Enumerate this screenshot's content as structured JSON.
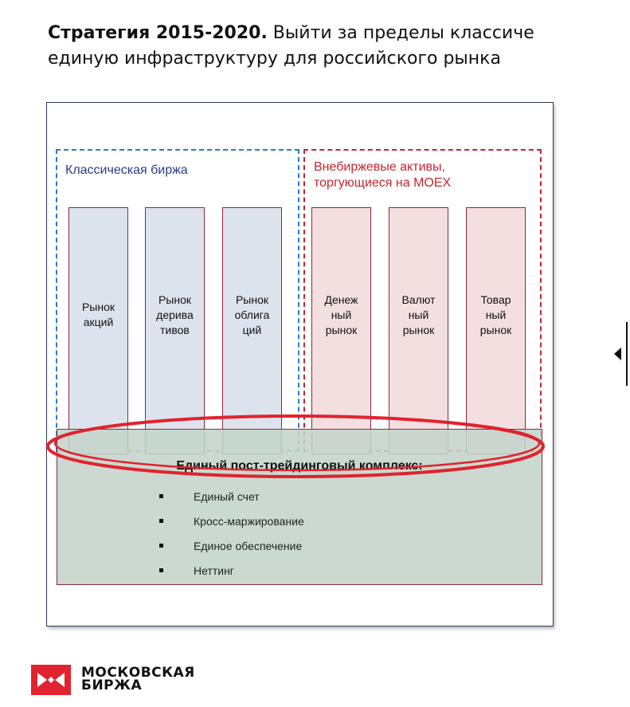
{
  "slide": {
    "title_bold": "Стратегия 2015-2020.",
    "title_rest": " Выйти за пределы классиче",
    "title_line2": "единую инфраструктуру для российского рынка"
  },
  "diagram": {
    "classic_label": "Классическая биржа",
    "otc_label_line1": "Внебиржевые активы,",
    "otc_label_line2": "торгующиеся на MOEX",
    "markets": [
      {
        "label": "Рынок\nакций",
        "group": "classic"
      },
      {
        "label": "Рынок\nдерива\nтивов",
        "group": "classic"
      },
      {
        "label": "Рынок\nоблига\nций",
        "group": "classic"
      },
      {
        "label": "Денеж\nный\nрынок",
        "group": "otc"
      },
      {
        "label": "Валют\nный\nрынок",
        "group": "otc"
      },
      {
        "label": "Товар\nный\nрынок",
        "group": "otc"
      }
    ],
    "post_trade_title": "Единый пост-трейдинговый комплекс:",
    "post_trade_items": [
      "Единый счет",
      "Кросс-маржирование",
      "Единое обеспечение",
      "Неттинг"
    ],
    "colors": {
      "classic_border": "#2c7bc8",
      "otc_border": "#c4262f",
      "ellipse": "#e0232e",
      "classic_fill": "#dde3ec",
      "otc_fill": "#f4dfe0",
      "post_fill": "#c4d4c9"
    }
  },
  "logo": {
    "icon": "moex-logo-icon",
    "line1": "МОСКОВСКАЯ",
    "line2": "БИРЖА"
  },
  "nav": {
    "icon": "arrow-left-icon"
  }
}
